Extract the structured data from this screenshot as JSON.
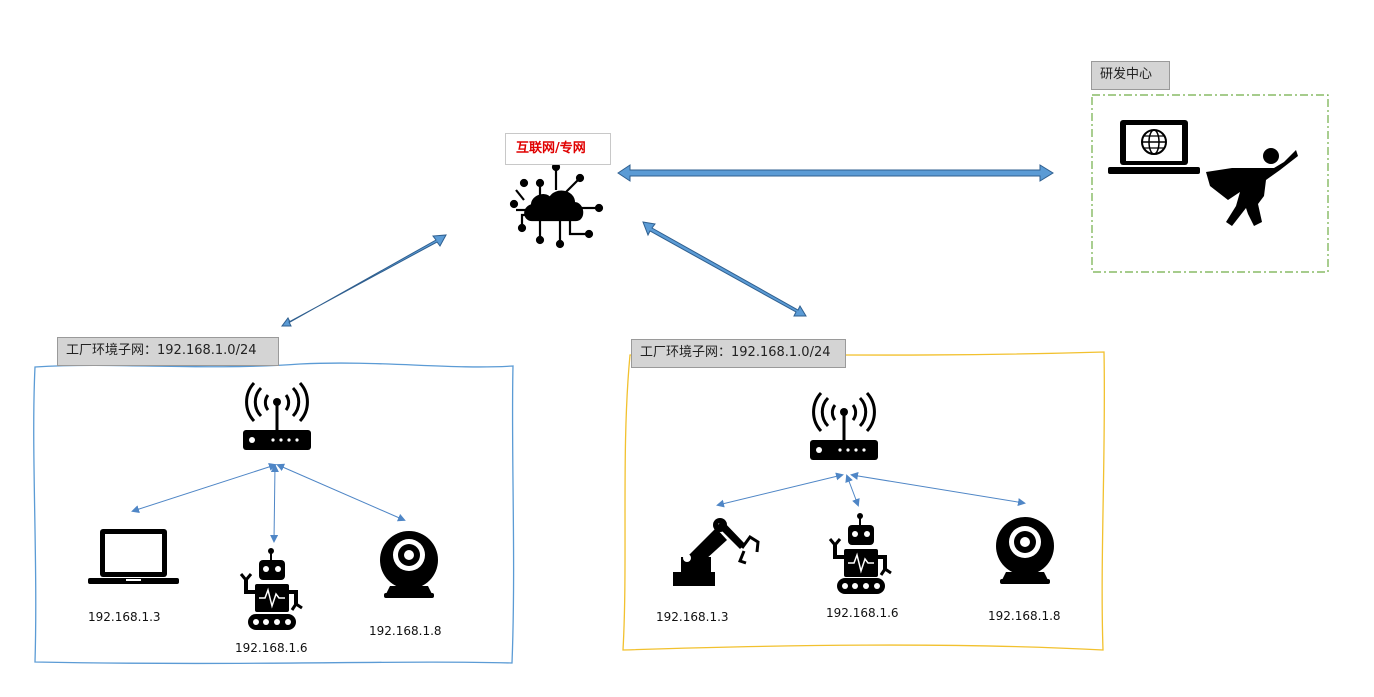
{
  "internet": {
    "label": "互联网/专网"
  },
  "rnd": {
    "label": "研发中心"
  },
  "subnet_left": {
    "label": "工厂环境子网：192.168.1.0/24",
    "devices": [
      {
        "icon": "laptop-icon",
        "ip": "192.168.1.3"
      },
      {
        "icon": "robot-icon",
        "ip": "192.168.1.6"
      },
      {
        "icon": "webcam-icon",
        "ip": "192.168.1.8"
      }
    ]
  },
  "subnet_right": {
    "label": "工厂环境子网：192.168.1.0/24",
    "devices": [
      {
        "icon": "robotic-arm-icon",
        "ip": "192.168.1.3"
      },
      {
        "icon": "robot-icon",
        "ip": "192.168.1.6"
      },
      {
        "icon": "webcam-icon",
        "ip": "192.168.1.8"
      }
    ]
  },
  "colors": {
    "link": "#4f86c6",
    "left_frame": "#5b9bd5",
    "right_frame": "#f2c12e",
    "rnd_frame": "#70ad47",
    "net_label_text": "#e00000"
  }
}
